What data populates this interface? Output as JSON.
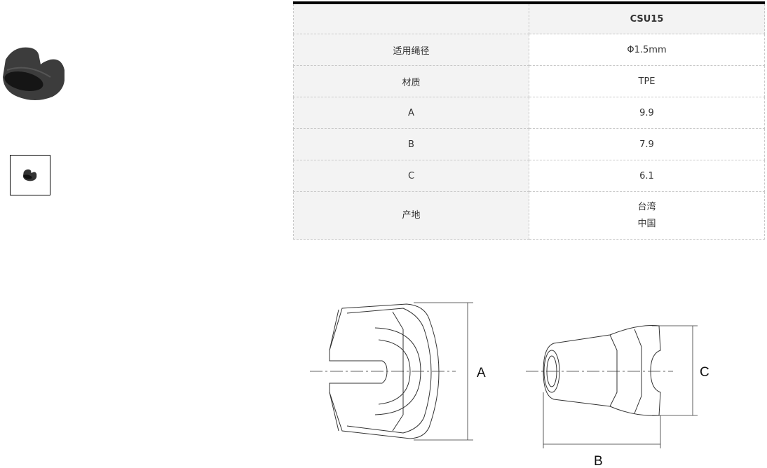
{
  "gallery": {
    "main_image": "product-photo-csu15",
    "thumbnails": [
      "product-thumbnail-1"
    ]
  },
  "spec_table": {
    "model": "CSU15",
    "rows": [
      {
        "label": "适用绳径",
        "value": "Φ1.5mm"
      },
      {
        "label": "材质",
        "value": "TPE"
      },
      {
        "label": "A",
        "value": "9.9"
      },
      {
        "label": "B",
        "value": "7.9"
      },
      {
        "label": "C",
        "value": "6.1"
      }
    ],
    "origin": {
      "label": "产地",
      "values": [
        "台湾",
        "中国"
      ]
    }
  },
  "drawing": {
    "dim_a": "A",
    "dim_b": "B",
    "dim_c": "C"
  }
}
